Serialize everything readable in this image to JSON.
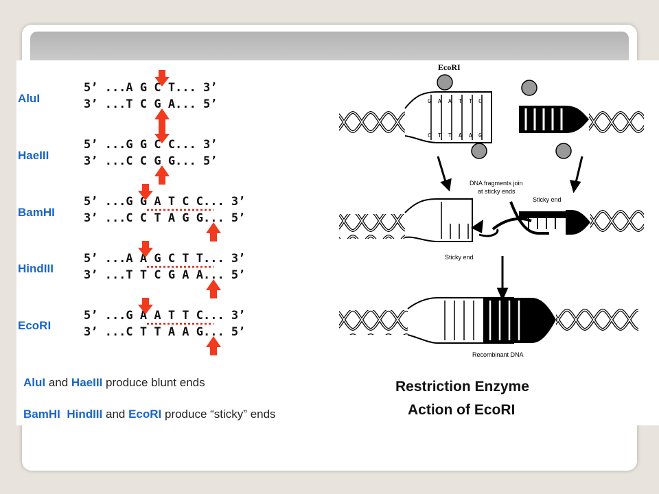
{
  "enzymes": [
    {
      "name": "AluI",
      "top": "5’ ...A G C T... 3’",
      "bottom": "3’ ...T C G A... 5’"
    },
    {
      "name": "HaeIII",
      "top": "5’ ...G G C C... 3’",
      "bottom": "3’ ...C C G G... 5’"
    },
    {
      "name": "BamHI",
      "top": "5’ ...G G A T C C... 3’",
      "bottom": "3’ ...C C T A G G... 5’"
    },
    {
      "name": "HindIII",
      "top": "5’ ...A A G C T T... 3’",
      "bottom": "3’ ...T T C G A A... 5’"
    },
    {
      "name": "EcoRI",
      "top": "5’ ...G A A T T C... 3’",
      "bottom": "3’ ...C T T A A G... 5’"
    }
  ],
  "notes": {
    "line1": {
      "e1": "AluI",
      "and": " and ",
      "e2": "HaeIII",
      "rest": " produce blunt ends"
    },
    "line2": {
      "e1": "BamHI",
      "e2": "HindIII",
      "and": " and ",
      "e3": "EcoRI",
      "rest": " produce “sticky” ends"
    }
  },
  "diagram": {
    "enzyme_label": "EcoRI",
    "join_label_1": "DNA fragments join",
    "join_label_2": "at sticky ends",
    "sticky_end_right": "Sticky end",
    "sticky_end_left": "Sticky end",
    "recombinant": "Recombinant DNA",
    "bases_top": [
      "G",
      "A",
      "A",
      "T",
      "T",
      "C"
    ],
    "bases_bottom": [
      "C",
      "T",
      "T",
      "A",
      "A",
      "G"
    ]
  },
  "heading": {
    "line1": "Restriction Enzyme",
    "line2": "Action of EcoRI"
  },
  "colors": {
    "enzyme_name": "#1a66c8",
    "arrow": "#f23a1e",
    "dotted": "#d0281a"
  }
}
